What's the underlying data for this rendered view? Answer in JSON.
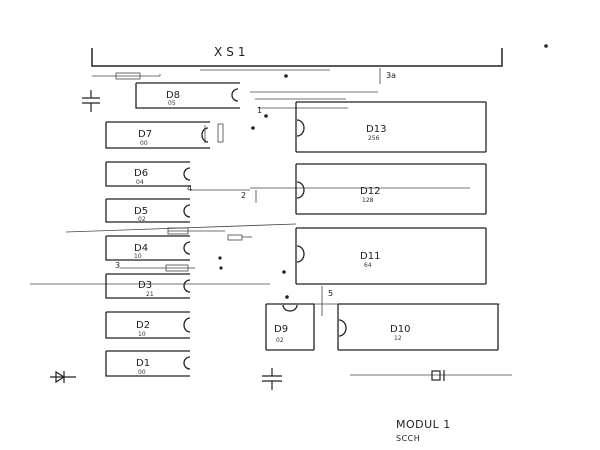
{
  "connector": {
    "label": "XS1"
  },
  "chips": [
    {
      "id": "D1",
      "code": "00"
    },
    {
      "id": "D2",
      "code": "10"
    },
    {
      "id": "D3",
      "code": "21"
    },
    {
      "id": "D4",
      "code": "10"
    },
    {
      "id": "D5",
      "code": "02"
    },
    {
      "id": "D6",
      "code": "04"
    },
    {
      "id": "D7",
      "code": "00"
    },
    {
      "id": "D8",
      "code": "05"
    },
    {
      "id": "D9",
      "code": "02"
    },
    {
      "id": "D10",
      "code": "12"
    },
    {
      "id": "D11",
      "code": "64"
    },
    {
      "id": "D12",
      "code": "128"
    },
    {
      "id": "D13",
      "code": "256"
    }
  ],
  "markers": {
    "m1": "1",
    "m2": "2",
    "m3": "3",
    "m4": "4",
    "m5": "5",
    "m3a": "3a"
  },
  "title_block": {
    "module": "MODUL 1",
    "scheme": "SCCH"
  }
}
